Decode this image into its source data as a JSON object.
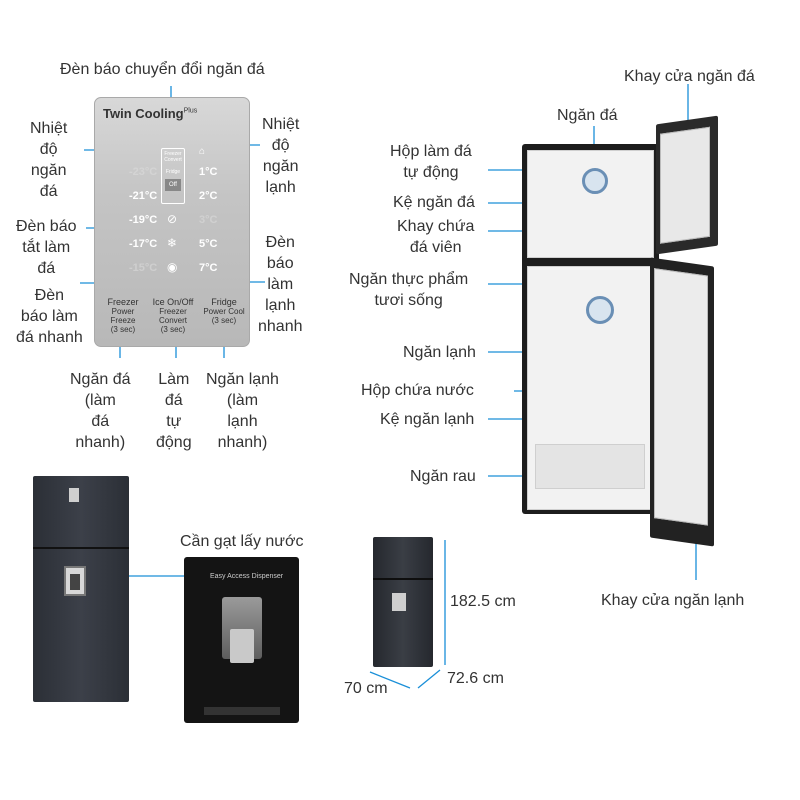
{
  "panel": {
    "brand": "Twin Cooling",
    "brand_plus": "Plus",
    "freezer_temps": [
      "-23°C",
      "-21°C",
      "-19°C",
      "-17°C",
      "-15°C"
    ],
    "fridge_temps": [
      "1°C",
      "2°C",
      "3°C",
      "5°C",
      "7°C"
    ],
    "mode_top": "Freezer Convert",
    "mode_mid": "Fridge",
    "mode_off": "Off",
    "buttons": [
      {
        "title": "Freezer",
        "sub1": "Power Freeze",
        "sub2": "(3 sec)"
      },
      {
        "title": "Ice On/Off",
        "sub1": "Freezer Convert",
        "sub2": "(3 sec)"
      },
      {
        "title": "Fridge",
        "sub1": "Power Cool",
        "sub2": "(3 sec)"
      }
    ]
  },
  "labels": {
    "den_bao_chuyen_doi": "Đèn báo chuyển đổi ngăn đá",
    "nhiet_do_ngan_da": "Nhiệt\nđộ\nngăn\nđá",
    "nhiet_do_ngan_lanh": "Nhiệt\nđộ\nngăn\nlạnh",
    "den_bao_tat_lam_da": "Đèn báo\ntắt làm\nđá",
    "den_bao_lam_da_nhanh": "Đèn\nbáo làm\nđá nhanh",
    "den_bao_lam_lanh_nhanh": "Đèn\nbáo\nlàm\nlạnh\nnhanh",
    "ngan_da_lam_da_nhanh": "Ngăn đá\n(làm\nđá\nnhanh)",
    "lam_da_tu_dong": "Làm\nđá\ntự\nđộng",
    "ngan_lanh_lam_lanh_nhanh": "Ngăn lạnh\n(làm\nlạnh\nnhanh)",
    "khay_cua_ngan_da": "Khay cửa ngăn đá",
    "ngan_da": "Ngăn đá",
    "hop_lam_da_tu_dong": "Hộp làm đá\ntự động",
    "ke_ngan_da": "Kệ ngăn đá",
    "khay_chua_da_vien": "Khay chứa\nđá viên",
    "ngan_thuc_pham_tuoi_song": "Ngăn thực phẩm\ntươi sống",
    "ngan_lanh": "Ngăn lạnh",
    "hop_chua_nuoc": "Hộp chứa nước",
    "ke_ngan_lanh": "Kệ ngăn lạnh",
    "ngan_rau": "Ngăn rau",
    "khay_cua_ngan_lanh": "Khay cửa ngăn lạnh",
    "can_gat_lay_nuoc": "Cần gạt lấy nước",
    "dispenser_text": "Easy Access Dispenser",
    "height": "182.5 cm",
    "width": "70 cm",
    "depth": "72.6 cm"
  },
  "colors": {
    "callout_line": "#1a8fd8",
    "label_text": "#333333",
    "panel_bg": "#c4c4c4",
    "fridge_dark": "#1d1d1d"
  }
}
